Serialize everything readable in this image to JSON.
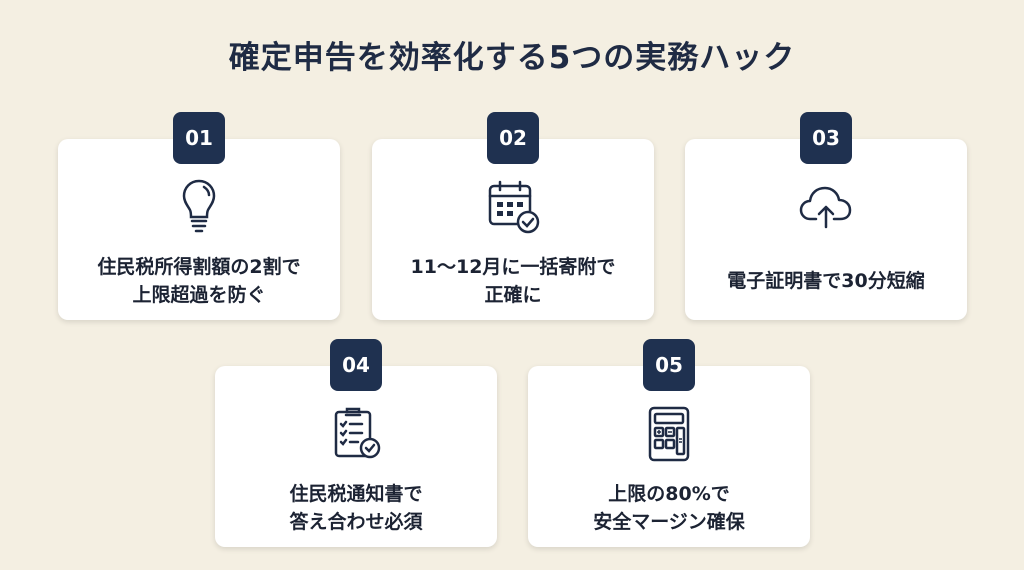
{
  "title": "確定申告を効率化する5つの実務ハック",
  "colors": {
    "background": "#f4efe2",
    "badge": "#1f3150",
    "icon": "#1f2b44"
  },
  "cards": [
    {
      "number": "01",
      "icon": "lightbulb-icon",
      "lines": [
        "住民税所得割額の2割で",
        "上限超過を防ぐ"
      ]
    },
    {
      "number": "02",
      "icon": "calendar-check-icon",
      "lines": [
        "11〜12月に一括寄附で",
        "正確に"
      ]
    },
    {
      "number": "03",
      "icon": "cloud-upload-icon",
      "lines": [
        "電子証明書で30分短縮"
      ]
    },
    {
      "number": "04",
      "icon": "clipboard-check-icon",
      "lines": [
        "住民税通知書で",
        "答え合わせ必須"
      ]
    },
    {
      "number": "05",
      "icon": "calculator-icon",
      "lines": [
        "上限の80%で",
        "安全マージン確保"
      ]
    }
  ]
}
